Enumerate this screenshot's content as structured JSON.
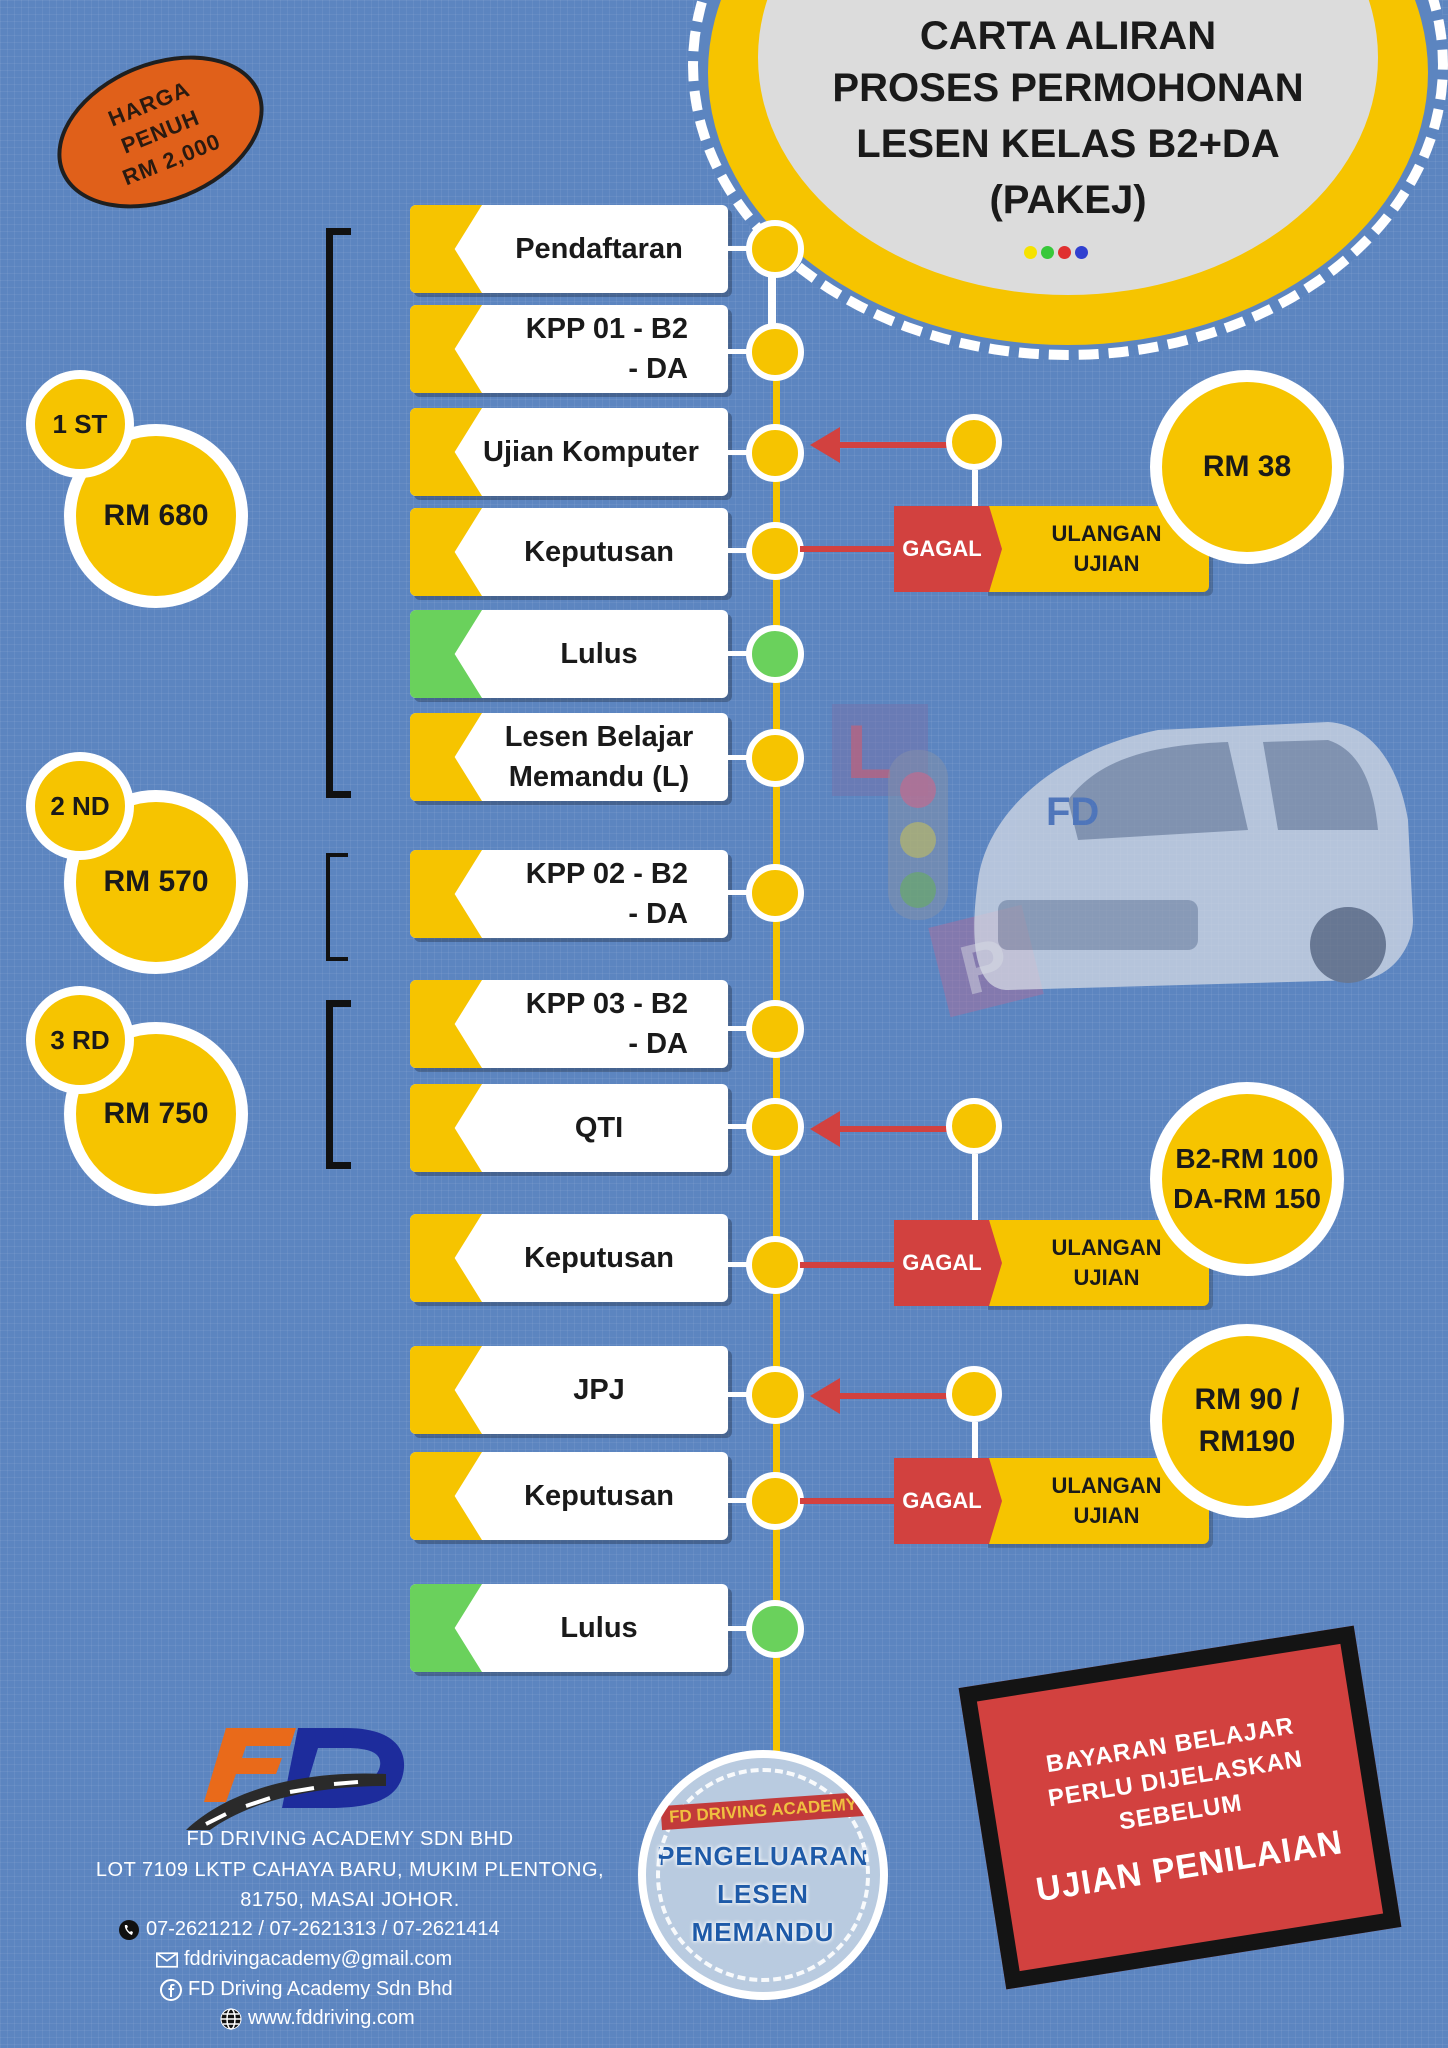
{
  "title": {
    "lines": [
      "CARTA ALIRAN",
      "PROSES PERMOHONAN",
      "LESEN KELAS B2+DA",
      "(PAKEJ)"
    ],
    "dot_colors": [
      "#f6e200",
      "#37c83a",
      "#e03030",
      "#3040d0"
    ]
  },
  "harga_badge": {
    "lines": [
      "HARGA",
      "PENUH",
      "RM 2,000"
    ]
  },
  "steps": [
    {
      "label": "Pendaftaran",
      "status": "normal"
    },
    {
      "label": "KPP 01 - B2",
      "label2": "- DA",
      "status": "normal"
    },
    {
      "label": "Ujian Komputer",
      "status": "normal"
    },
    {
      "label": "Keputusan",
      "status": "normal"
    },
    {
      "label": "Lulus",
      "status": "pass"
    },
    {
      "label": "Lesen Belajar",
      "label2": "Memandu (L)",
      "status": "normal"
    },
    {
      "label": "KPP 02 - B2",
      "label2": "- DA",
      "status": "normal"
    },
    {
      "label": "KPP 03 - B2",
      "label2": "- DA",
      "status": "normal"
    },
    {
      "label": "QTI",
      "status": "normal"
    },
    {
      "label": "Keputusan",
      "status": "normal"
    },
    {
      "label": "JPJ",
      "status": "normal"
    },
    {
      "label": "Keputusan",
      "status": "normal"
    },
    {
      "label": "Lulus",
      "status": "pass"
    }
  ],
  "stages": [
    {
      "ordinal": "1 ST",
      "price": "RM 680"
    },
    {
      "ordinal": "2 ND",
      "price": "RM 570"
    },
    {
      "ordinal": "3 RD",
      "price": "RM 750"
    }
  ],
  "retests": [
    {
      "gagal": "GAGAL",
      "action": "ULANGAN",
      "action2": "UJIAN",
      "fee": "RM 38"
    },
    {
      "gagal": "GAGAL",
      "action": "ULANGAN",
      "action2": "UJIAN",
      "fee": "B2-RM 100",
      "fee2": "DA-RM 150"
    },
    {
      "gagal": "GAGAL",
      "action": "ULANGAN",
      "action2": "UJIAN",
      "fee": "RM 90 /",
      "fee2": "RM190"
    }
  ],
  "note": {
    "lines": [
      "BAYARAN BELAJAR",
      "PERLU DIJELASKAN",
      "SEBELUM"
    ],
    "emphasis": "UJIAN PENILAIAN"
  },
  "final_step": {
    "sign": "FD DRIVING ACADEMY",
    "lines": [
      "PENGELUARAN",
      "LESEN",
      "MEMANDU"
    ]
  },
  "company": {
    "name": "FD DRIVING ACADEMY SDN BHD",
    "address1": "LOT 7109 LKTP CAHAYA BARU, MUKIM PLENTONG,",
    "address2": "81750, MASAI JOHOR.",
    "phone": "07-2621212 / 07-2621313 / 07-2621414",
    "email": "fddrivingacademy@gmail.com",
    "facebook": "FD Driving Academy Sdn Bhd",
    "website": "www.fddriving.com",
    "icons": [
      "phone-icon",
      "mail-icon",
      "facebook-icon",
      "globe-icon"
    ]
  },
  "colors": {
    "background": "#5c85c0",
    "accent_yellow": "#f6c400",
    "pass_green": "#6ad15c",
    "fail_red": "#d2413f"
  }
}
